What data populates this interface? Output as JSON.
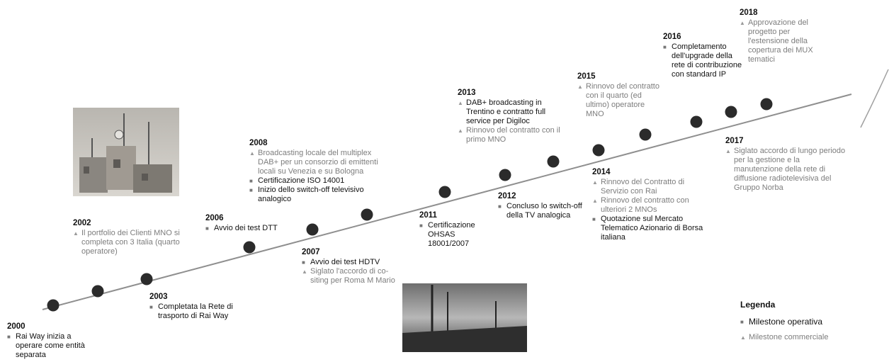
{
  "legend": {
    "title": "Legenda",
    "operativa": "Milestone operativa",
    "commerciale": "Milestone commerciale"
  },
  "milestones": [
    {
      "year": "2000",
      "items": [
        {
          "t": "op",
          "text": "Rai Way inizia a operare come entità separata"
        }
      ]
    },
    {
      "year": "2002",
      "items": [
        {
          "t": "cm",
          "text": "Il portfolio dei Clienti MNO si completa con 3 Italia (quarto operatore)"
        }
      ]
    },
    {
      "year": "2003",
      "items": [
        {
          "t": "op",
          "text": "Completata la Rete di trasporto di Rai Way"
        }
      ]
    },
    {
      "year": "2006",
      "items": [
        {
          "t": "op",
          "text": "Avvio dei test DTT"
        }
      ]
    },
    {
      "year": "2007",
      "items": [
        {
          "t": "op",
          "text": "Avvio dei test HDTV"
        },
        {
          "t": "cm",
          "text": "Siglato l'accordo di co-siting per Roma M Mario"
        }
      ]
    },
    {
      "year": "2008",
      "items": [
        {
          "t": "cm",
          "text": "Broadcasting locale del multiplex DAB+ per un consorzio di emittenti locali su Venezia e su Bologna"
        },
        {
          "t": "op",
          "text": "Certificazione ISO 14001"
        },
        {
          "t": "op",
          "text": "Inizio dello switch-off televisivo analogico"
        }
      ]
    },
    {
      "year": "2011",
      "items": [
        {
          "t": "op",
          "text": "Certificazione OHSAS 18001/2007"
        }
      ]
    },
    {
      "year": "2012",
      "items": [
        {
          "t": "op",
          "text": "Concluso lo switch-off della TV analogica"
        }
      ]
    },
    {
      "year": "2013",
      "items": [
        {
          "t": "cm",
          "text": "DAB+ broadcasting in Trentino e contratto full service per Digiloc"
        },
        {
          "t": "cm",
          "text": "Rinnovo del contratto con il primo MNO"
        }
      ]
    },
    {
      "year": "2014",
      "items": [
        {
          "t": "cm",
          "text": "Rinnovo del Contratto di Servizio con Rai"
        },
        {
          "t": "cm",
          "text": "Rinnovo del contratto con ulteriori 2 MNOs"
        },
        {
          "t": "op",
          "text": "Quotazione sul Mercato Telematico Azionario di Borsa italiana"
        }
      ]
    },
    {
      "year": "2015",
      "items": [
        {
          "t": "cm",
          "text": "Rinnovo del contratto con il quarto (ed ultimo) operatore MNO"
        }
      ]
    },
    {
      "year": "2016",
      "items": [
        {
          "t": "op",
          "text": "Completamento dell'upgrade della rete di contribuzione con standard IP"
        }
      ]
    },
    {
      "year": "2017",
      "items": [
        {
          "t": "cm",
          "text": "Siglato accordo di lungo periodo per la gestione e la manutenzione della rete di diffusione radiotelevisiva del Gruppo Norba"
        }
      ]
    },
    {
      "year": "2018",
      "items": [
        {
          "t": "cm",
          "text": "Approvazione del progetto per l'estensione della copertura dei MUX tematici"
        }
      ]
    }
  ]
}
